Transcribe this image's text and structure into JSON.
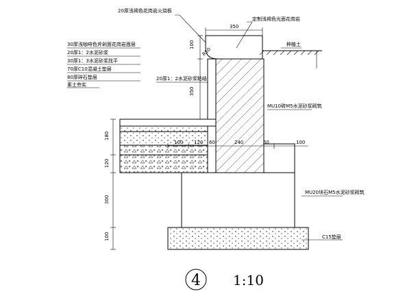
{
  "labels": {
    "top_panel": "20厚浅褐色花岗岩火烧板",
    "coping": "定制浅褐色光面花岗岩",
    "planting_soil": "种植土",
    "layer_1": "30厚浅咖啡色斧剁面花岗岩面层",
    "layer_2": "20厚1：2水泥砂浆",
    "layer_3": "30厚1：3水泥砂浆找平",
    "layer_4": "70厚C10混凝土垫层",
    "layer_5": "80厚碎石垫层",
    "layer_6": "素土夯实",
    "mortar_bond": "20厚1：2水泥砂浆粘结",
    "brick_wall": "MU10砖M5水泥砂浆砌筑",
    "stone_base": "MU20块石M5水泥砂浆砌筑",
    "c15_layer": "C15垫层"
  },
  "dimensions": {
    "top_width": "350",
    "coping_height": "100",
    "radius": "R50",
    "wall_height": "350",
    "v_180": "180",
    "v_120": "120",
    "v_300": "300",
    "v_100": "100",
    "h_100a": "100",
    "h_120a": "120",
    "h_60a": "60",
    "h_240": "240",
    "h_60b": "60",
    "h_100b": "100"
  },
  "title": {
    "number": "4",
    "scale": "1:10"
  }
}
